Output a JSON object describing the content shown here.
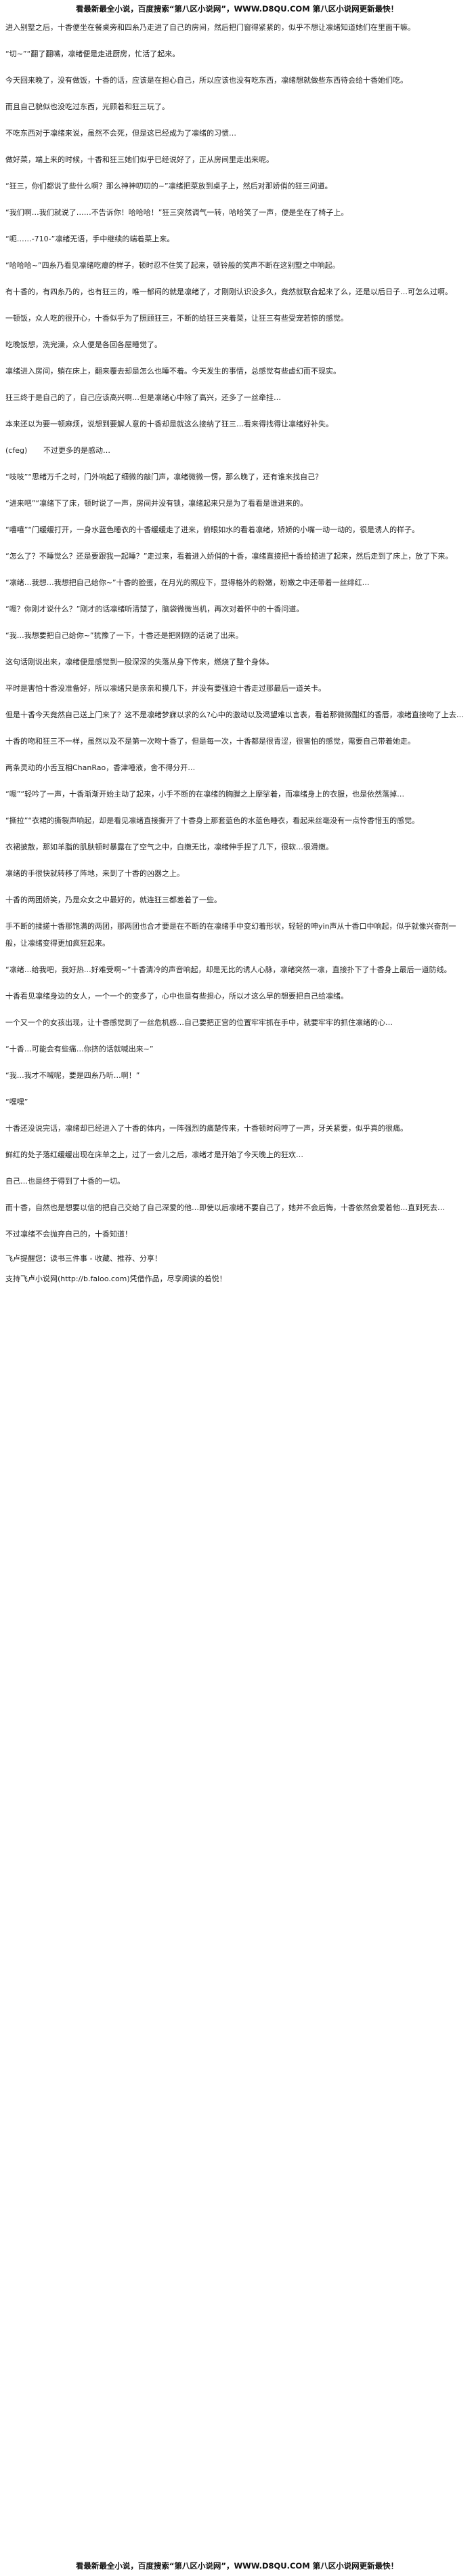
{
  "banners": {
    "top": "看最新最全小说，百度搜索“第八区小说网”，WWW.D8QU.COM 第八区小说网更新最快！",
    "bottom": "看最新最全小说，百度搜索“第八区小说网”，WWW.D8QU.COM 第八区小说网更新最快！"
  },
  "paragraphs": [
    "进入别墅之后，十香便坐在餐桌旁和四糸乃走进了自己的房间，然后把门窗得紧紧的，似乎不想让凛绪知道她们在里面干嘛。",
    "“切~”“翻了翻嘴，凛绪便是走进厨房，忙活了起来。",
    "今天回来晚了，没有做饭，十香的话，应该是在担心自己，所以应该也没有吃东西，凛绪想就做些东西待会给十香她们吃。",
    "而且自己貌似也没吃过东西，光顾着和狂三玩了。",
    "不吃东西对于凛绪来说，虽然不会死，但是这已经成为了凛绪的习惯…",
    "做好菜，端上来的时候，十香和狂三她们似乎已经说好了，正从房间里走出来呢。",
    "“狂三，你们都说了些什么啊？那么神神叨叨的~”凛绪把菜放到桌子上，然后对那娇俏的狂三问道。",
    "“我们啊…我们就说了……不告诉你！哈哈哈！”狂三突然调气一转，哈哈笑了一声，便是坐在了椅子上。",
    "“呃……-710-”凛绪无语，手中继续的端着菜上来。",
    "“哈哈哈~”四糸乃看见凛绪吃瘪的样子，顿时忍不住笑了起来，顿铃般的笑声不断在这别墅之中响起。",
    "有十香的，有四糸乃的，也有狂三的，唯一郁闷的就是凛绪了，才刚刚认识没多久，竟然就联合起来了么，还是以后日子…可怎么过啊。",
    "一顿饭，众人吃的很开心，十香似乎为了照顾狂三，不断的给狂三夹着菜，让狂三有些受宠若惊的感觉。",
    "吃晚饭想，洗完澡，众人便是各回各屋睡觉了。",
    "凛绪进入房间，躺在床上，翻来覆去却是怎么也睡不着。今天发生的事情，总感觉有些虚幻而不现实。",
    "狂三终于是自己的了，自己应该高兴啊…但是凛绪心中除了高兴，还多了一丝牵挂…",
    "本来还以为要一顿麻烦，说想到要解人意的十香却是就这么接纳了狂三…看来得找得让凛绪好补失。",
    "(cfeg)\t不过更多的是感动…",
    "“吱吱”“思绪万千之时，门外响起了细微的敲门声，凛绪微微一愣，那么晚了，还有谁来找自己？",
    "“进来吧”“凛绪下了床，顿时说了一声，房间并没有锁，凛绪起来只是为了看看是谁进来的。",
    "“嘻嘻”“门缓缓打开，一身水蓝色睡衣的十香缓缓走了进来，俯眼如水的看着凛绪，矫娇的小嘴一动一动的，很是诱人的样子。",
    "“怎么了？不睡觉么？还是要跟我一起睡？”走过来，看着进入娇俏的十香，凛绪直接把十香给揽进了起来，然后走到了床上，放了下来。",
    "“凛绪…我想…我想把自己给你~”十香的脸蛋，在月光的照应下，显得格外的粉嫩，粉嫩之中还带着一丝绯红…",
    "“嗯？你刚才说什么？”刚才的话凛绪听清楚了，脑袋微微当机，再次对着怀中的十香问道。",
    "“我…我想要把自己给你~”犹豫了一下，十香还是把刚刚的话说了出来。",
    "这句话刚说出来，凛绪便是感觉到一股深深的失落从身下传来，燃烧了整个身体。",
    "平时是害怕十香没准备好，所以凛绪只是亲亲和摸几下，并没有要强迫十香走过那最后一道关卡。",
    "但是十香今天竟然自己送上门来了？这不是凛绪梦寐以求的么?心中的激动以及渴望难以言表，看着那微微酣红的香唇，凛绪直接吻了上去…",
    "十香的吻和狂三不一样，虽然以及不是第一次吻十香了，但是每一次，十香都是很青涩，很害怕的感觉，需要自己带着她走。",
    "两条灵动的小舌互相ChanRao，香津唾液，舍不得分开…",
    "“嗯”“轻吟了一声，十香渐渐开始主动了起来，小手不断的在凛绪的胸膛之上摩挲着，而凛绪身上的衣服，也是依然落掉…",
    "“撕拉”“衣裙的撕裂声响起，却是看见凛绪直接撕开了十香身上那套蓝色的水蓝色睡衣，看起来丝毫没有一点怜香惜玉的感觉。",
    "衣裙披散，那如羊脂的肌肤顿时暴露在了空气之中，白嫩无比，凛绪伸手捏了几下，很软…很滑嫩。",
    "凛绪的手很快就转移了阵地，来到了十香的凶器之上。",
    "十香的两团娇笑，乃是众女之中最好的，就连狂三都差着了一些。",
    "手不断的揉搓十香那饱满的两团，那两团也合才要是在不断的在凛绪手中变幻着形状，轻轻的呻yin声从十香口中响起，似乎就像兴奋剂一般，让凛绪变得更加疯狂起来。",
    "“凛绪…给我吧，我好热…好难受啊~”十香清冷的声音响起，却是无比的诱人心脉，凛绪突然一凛，直接扑下了十香身上最后一道防线。",
    "十香看见凛绪身边的女人，一个一个的变多了，心中也是有些担心，所以才这么早的想要把自己给凛绪。",
    "一个又一个的女孩出现，让十香感觉到了一丝危机感…自己要把正宫的位置牢牢抓在手中，就要牢牢的抓住凛绪的心…",
    "“十香…可能会有些痛…你挤的话就喊出来~”",
    "“我…我才不喊呢，要是四糸乃听…啊！”",
    "“嘿嘿”",
    "十香还没说完话，凛绪却已经进入了十香的体内，一阵强烈的痛楚传来，十香顿时闷哼了一声，牙关紧要，似乎真的很痛。",
    "鲜红的处子落红缓缓出现在床单之上，过了一会儿之后，凛绪才是开始了今天晚上的狂欢…",
    "自己…也是终于得到了十香的一切。",
    "而十香，自然也是想要以信的把自己交给了自己深爱的他…即使以后凛绪不要自己了，她并不会后悔，十香依然会爱着他…直到死去…",
    "不过凛绪不会抛弃自己的，十香知道！"
  ],
  "footer": {
    "author_line": "飞卢提醒您：读书三件事 - 收藏、推荐、分享！",
    "support_line": "支持飞卢小说网(http://b.faloo.com)凭借作品，尽享阅读的着悦！"
  }
}
